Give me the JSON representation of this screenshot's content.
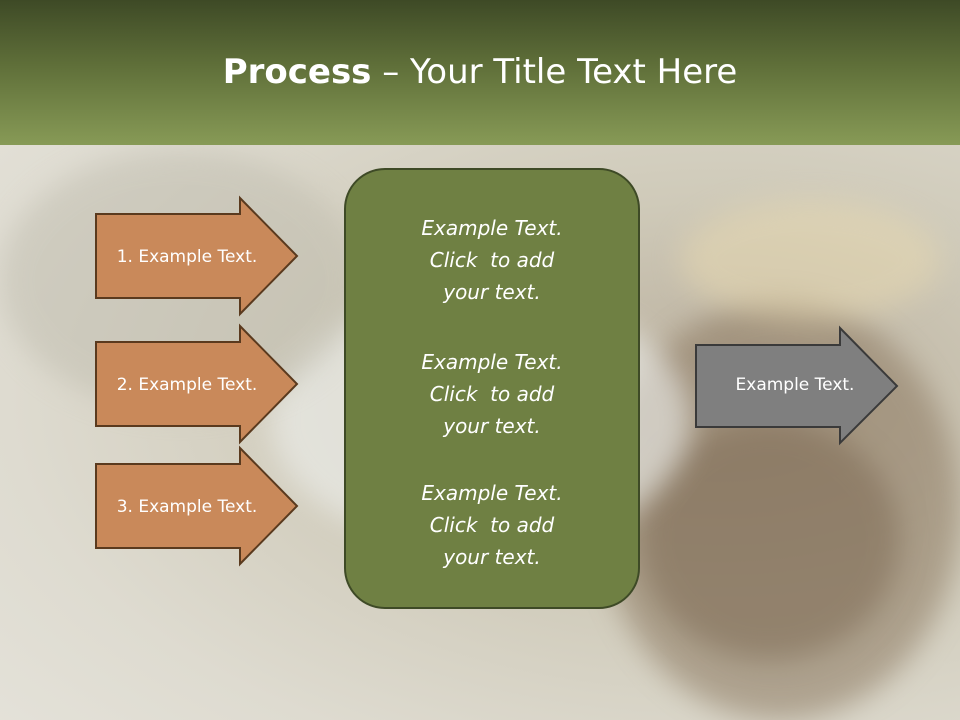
{
  "title": {
    "bold": "Process",
    "rest": " – Your Title Text Here"
  },
  "inputs": [
    {
      "label": "1. Example Text."
    },
    {
      "label": "2. Example Text."
    },
    {
      "label": "3. Example Text."
    }
  ],
  "center_box": {
    "blocks": [
      {
        "line1": "Example Text.",
        "line2": "Click  to add",
        "line3": "your text."
      },
      {
        "line1": "Example Text.",
        "line2": "Click  to add",
        "line3": "your text."
      },
      {
        "line1": "Example Text.",
        "line2": "Click  to add",
        "line3": "your text."
      }
    ]
  },
  "output": {
    "label": "Example Text."
  },
  "colors": {
    "header_dark": "#3e4a26",
    "header_light": "#879a56",
    "input_fill": "#c9895a",
    "input_stroke": "#5a3a1e",
    "box_fill": "#6f8043",
    "box_stroke": "#3e4a26",
    "output_fill": "#7f7f7f",
    "output_stroke": "#3a3a3a"
  }
}
